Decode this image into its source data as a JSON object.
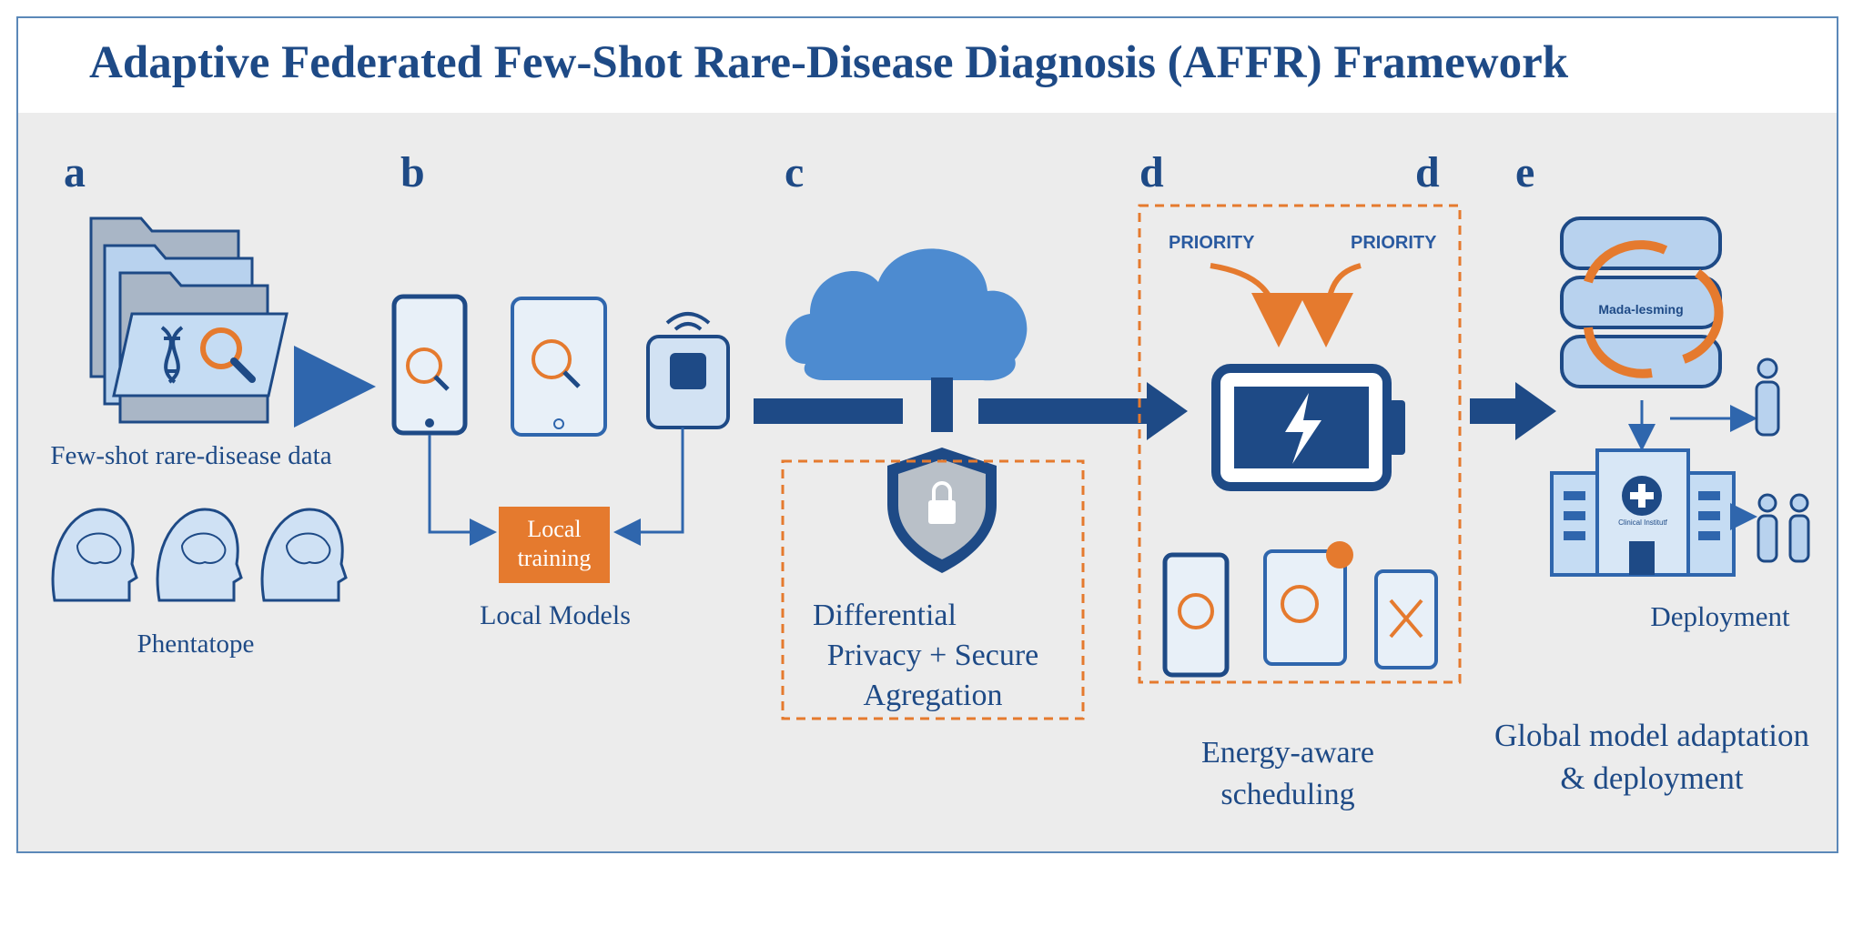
{
  "title": "Adaptive Federated Few-Shot Rare-Disease Diagnosis (AFFR) Framework",
  "panels": {
    "a": {
      "letter": "a",
      "data_label": "Few-shot rare-disease data",
      "phenotype_label": "Phentatope"
    },
    "b": {
      "letter": "b",
      "training_label_line1": "Local",
      "training_label_line2": "training",
      "caption": "Local Models"
    },
    "c": {
      "letter": "c",
      "caption_line1": "Differential",
      "caption_line2": "Privacy + Secure",
      "caption_line3": "Agregation"
    },
    "d": {
      "letter_left": "d",
      "letter_right": "d",
      "priority_left": "PRIORITY",
      "priority_right": "PRIORITY",
      "caption_line1": "Energy-aware",
      "caption_line2": "scheduling"
    },
    "e": {
      "letter": "e",
      "meta_label": "Mada-lesming",
      "hospital_label": "Clinical Institutf",
      "deployment_label": "Deployment",
      "caption_line1": "Global model adaptation",
      "caption_line2": "& deployment"
    }
  },
  "colors": {
    "primary_blue": "#1e4a86",
    "mid_blue": "#2f66ad",
    "light_blue": "#c5dcf3",
    "orange": "#e57a2e",
    "frame": "#5b88b8"
  }
}
